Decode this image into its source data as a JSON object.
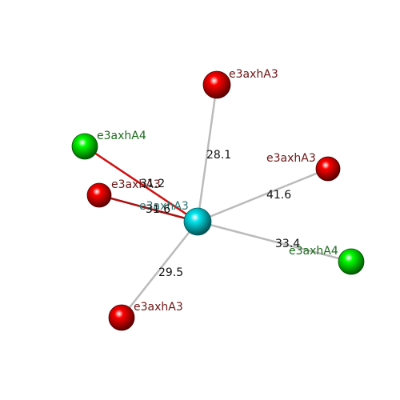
{
  "center": {
    "label": "e3axhA3",
    "color": "#00e5ee",
    "label_color": "#2a7070"
  },
  "atoms": [
    {
      "id": "top",
      "label": "e3axhA3",
      "color": "#ff0000",
      "label_color": "#6b1515",
      "bond_color": "#bbbbbb",
      "distance": "28.1"
    },
    {
      "id": "upper-left",
      "label": "e3axhA4",
      "color": "#00ff00",
      "label_color": "#1d6a1d",
      "bond_color": "#cc1111",
      "distance": "31.2"
    },
    {
      "id": "left",
      "label": "e3axhA3",
      "color": "#ff0000",
      "label_color": "#6b1515",
      "bond_color": "#aa1111",
      "distance": "31.6"
    },
    {
      "id": "right",
      "label": "e3axhA3",
      "color": "#ff0000",
      "label_color": "#6b1515",
      "bond_color": "#bbbbbb",
      "distance": "41.6"
    },
    {
      "id": "lower-right",
      "label": "e3axhA4",
      "color": "#00ff00",
      "label_color": "#1d6a1d",
      "bond_color": "#bbbbbb",
      "distance": "33.4"
    },
    {
      "id": "bottom",
      "label": "e3axhA3",
      "color": "#ff0000",
      "label_color": "#6b1515",
      "bond_color": "#bbbbbb",
      "distance": "29.5"
    }
  ]
}
